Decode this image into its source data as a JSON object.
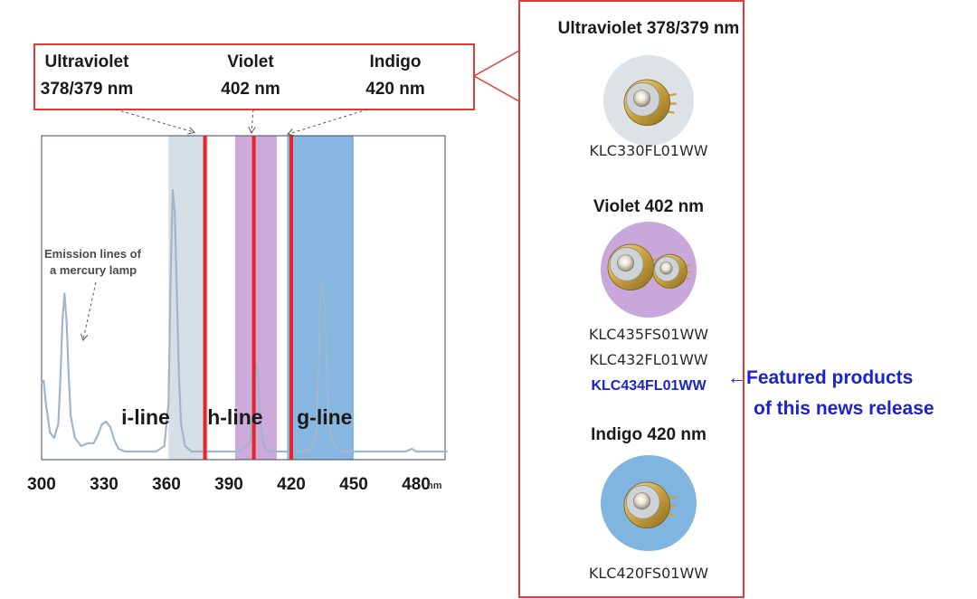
{
  "colors": {
    "frame_red": "#e23b36",
    "laser_red": "#e8242a",
    "uv_band": "#cfd8e2",
    "violet_band": "#c9a6d9",
    "indigo_band": "#7fb3de",
    "spectrum_line": "#9fb6cc",
    "featured_blue": "#1a23cc"
  },
  "callout": {
    "items": [
      {
        "name": "Ultraviolet",
        "value": "378/379 nm"
      },
      {
        "name": "Violet",
        "value": "402 nm"
      },
      {
        "name": "Indigo",
        "value": "420 nm"
      }
    ]
  },
  "chart_data": {
    "type": "line",
    "x_unit": "nm",
    "xlim": [
      300,
      495
    ],
    "ylim": [
      0,
      1
    ],
    "x_ticks": [
      300,
      330,
      360,
      390,
      420,
      450,
      480
    ],
    "grid": false,
    "bands": [
      {
        "name": "Ultraviolet",
        "from": 361,
        "to": 380,
        "laser_nm": 378.5
      },
      {
        "name": "Violet",
        "from": 393,
        "to": 413,
        "laser_nm": 402
      },
      {
        "name": "Indigo",
        "from": 418,
        "to": 450,
        "laser_nm": 420
      }
    ],
    "emission_label": "Emission lines of a mercury lamp",
    "line_labels": [
      {
        "text": "i-line",
        "x": 350
      },
      {
        "text": "h-line",
        "x": 393
      },
      {
        "text": "g-line",
        "x": 436
      }
    ],
    "series": [
      {
        "x": [
          300,
          301,
          302,
          304,
          306,
          308,
          309,
          310,
          311,
          312,
          313,
          314,
          316,
          319,
          322,
          325,
          327,
          329,
          331,
          333,
          335,
          337,
          340,
          345,
          350,
          355,
          359,
          361,
          362,
          363,
          364,
          365,
          366,
          367,
          369,
          372,
          376,
          380,
          385,
          390,
          395,
          400,
          402,
          403,
          404,
          405,
          406,
          407,
          408,
          410,
          413,
          418,
          422,
          426,
          430,
          432,
          433,
          434,
          435,
          436,
          437,
          438,
          439,
          441,
          444,
          450,
          460,
          470,
          475,
          478,
          480,
          482,
          485,
          490,
          495
        ],
        "y": [
          0.27,
          0.28,
          0.2,
          0.09,
          0.07,
          0.12,
          0.28,
          0.5,
          0.6,
          0.5,
          0.3,
          0.15,
          0.07,
          0.04,
          0.05,
          0.05,
          0.08,
          0.12,
          0.13,
          0.11,
          0.06,
          0.03,
          0.02,
          0.02,
          0.02,
          0.02,
          0.04,
          0.2,
          0.65,
          0.98,
          0.9,
          0.6,
          0.3,
          0.12,
          0.04,
          0.02,
          0.02,
          0.02,
          0.02,
          0.02,
          0.02,
          0.05,
          0.2,
          0.34,
          0.3,
          0.15,
          0.07,
          0.04,
          0.02,
          0.02,
          0.02,
          0.02,
          0.02,
          0.02,
          0.03,
          0.08,
          0.3,
          0.58,
          0.64,
          0.55,
          0.35,
          0.16,
          0.07,
          0.04,
          0.02,
          0.02,
          0.02,
          0.02,
          0.02,
          0.03,
          0.02,
          0.02,
          0.02,
          0.02,
          0.02
        ]
      }
    ]
  },
  "products": [
    {
      "title": "Ultraviolet 378/379 nm",
      "models": [
        "KLC330FL01WW"
      ],
      "circle": "#dce2e6",
      "diodes": 1
    },
    {
      "title": "Violet 402 nm",
      "models": [
        "KLC435FS01WW",
        "KLC432FL01WW",
        "KLC434FL01WW"
      ],
      "circle": "#c8a7db",
      "diodes": 2,
      "featured_index": 2
    },
    {
      "title": "Indigo 420 nm",
      "models": [
        "KLC420FS01WW"
      ],
      "circle": "#7fb5df",
      "diodes": 1
    }
  ],
  "featured_note": {
    "arrow": "←",
    "line1": "Featured products",
    "line2": "of this news release"
  }
}
